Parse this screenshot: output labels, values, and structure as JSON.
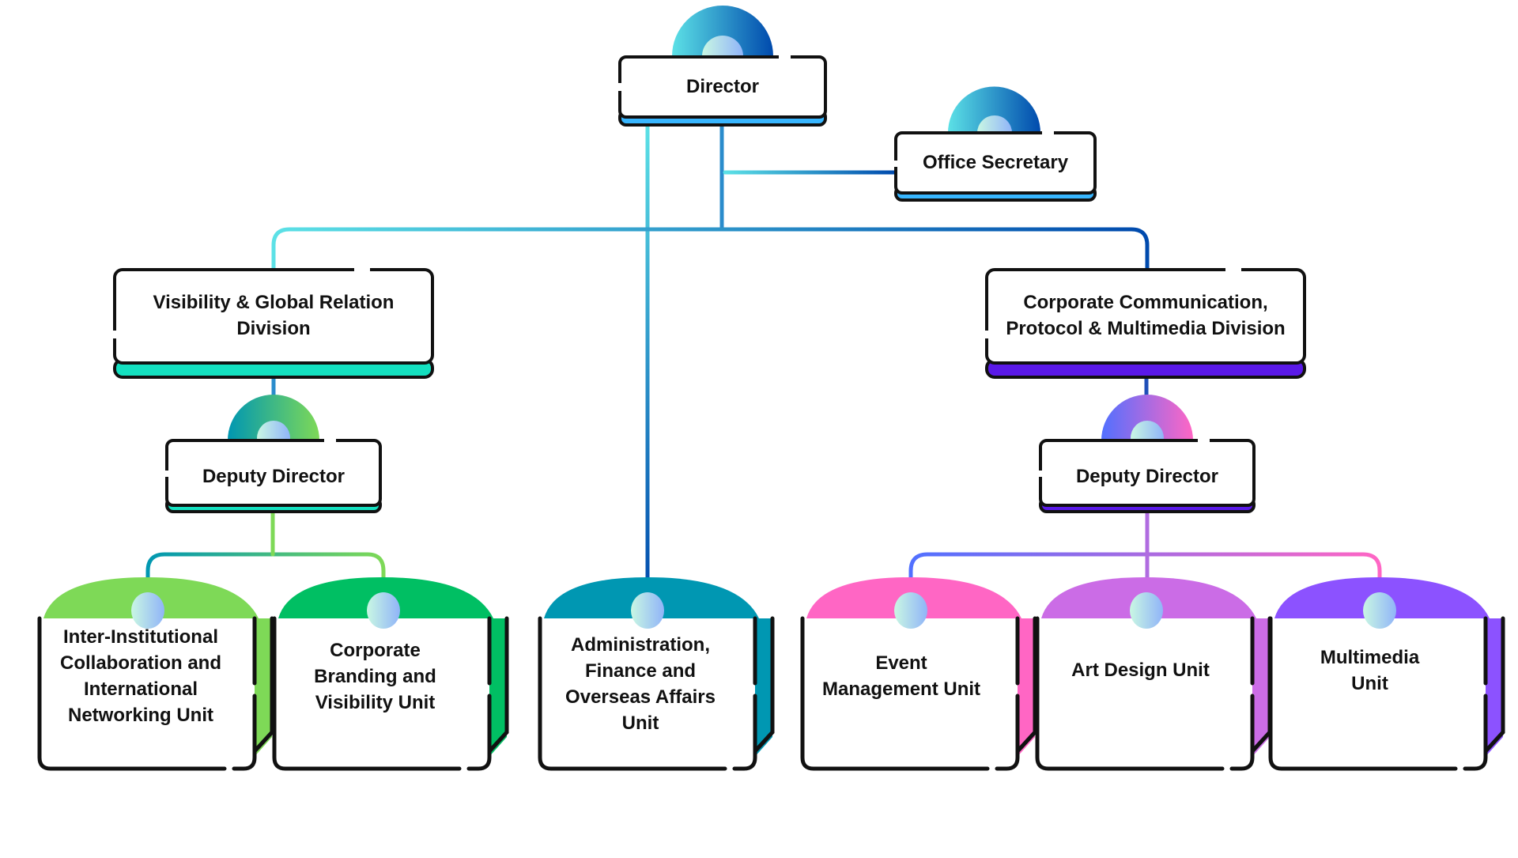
{
  "title": "Organization Chart",
  "colors": {
    "director_accent": "#38b6ff",
    "visibility_accent": "#14e0c0",
    "corporate_accent": "#5a19e8",
    "unit_inter": "#7ed957",
    "unit_branding": "#00bf63",
    "unit_admin": "#0097b2",
    "unit_event": "#ff66c4",
    "unit_art": "#cb6ce6",
    "unit_multimedia": "#8c52ff"
  },
  "nodes": {
    "director": "Director",
    "office_secretary": "Office Secretary",
    "visibility_division": "Visibility & Global Relation Division",
    "corporate_division": "Corporate Communication, Protocol & Multimedia Division",
    "deputy_left": "Deputy Director",
    "deputy_right": "Deputy Director",
    "units": [
      "Inter-Institutional Collaboration and International Networking Unit",
      "Corporate Branding and Visibility Unit",
      "Administration, Finance and Overseas Affairs Unit",
      "Event Management Unit",
      "Art Design Unit",
      "Multimedia Unit"
    ]
  },
  "relations": [
    {
      "from": "Director",
      "to": "Office Secretary"
    },
    {
      "from": "Director",
      "to": "Visibility & Global Relation Division"
    },
    {
      "from": "Director",
      "to": "Corporate Communication, Protocol & Multimedia Division"
    },
    {
      "from": "Director",
      "to": "Administration, Finance and Overseas Affairs Unit"
    },
    {
      "from": "Visibility & Global Relation Division",
      "to": "Deputy Director (left)"
    },
    {
      "from": "Corporate Communication, Protocol & Multimedia Division",
      "to": "Deputy Director (right)"
    },
    {
      "from": "Deputy Director (left)",
      "to": "Inter-Institutional Collaboration and International Networking Unit"
    },
    {
      "from": "Deputy Director (left)",
      "to": "Corporate Branding and Visibility Unit"
    },
    {
      "from": "Deputy Director (right)",
      "to": "Event Management Unit"
    },
    {
      "from": "Deputy Director (right)",
      "to": "Art Design Unit"
    },
    {
      "from": "Deputy Director (right)",
      "to": "Multimedia Unit"
    }
  ]
}
